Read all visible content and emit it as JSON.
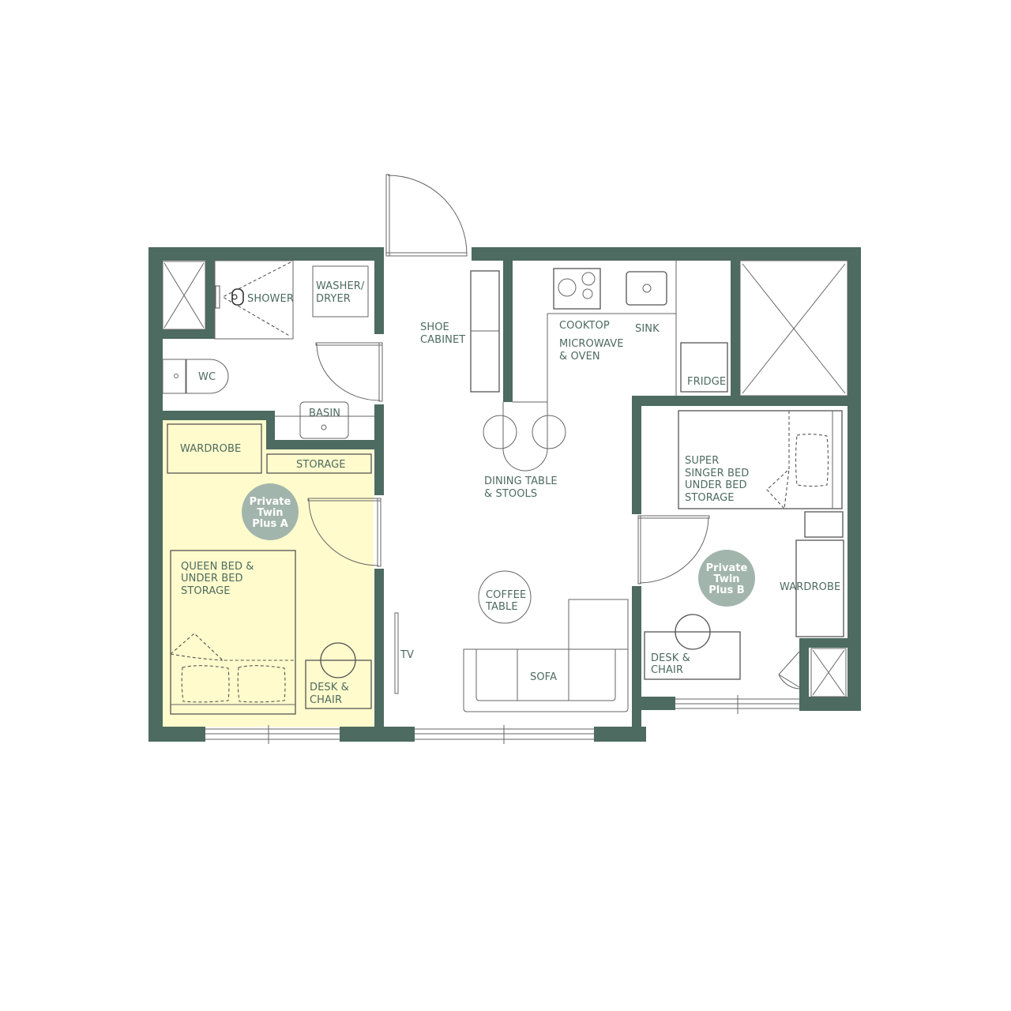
{
  "colors": {
    "wall": "#4d6b60",
    "room_highlight": "#fffbcc",
    "badge": "#a2b5ad",
    "label": "#4d6b60"
  },
  "rooms": {
    "room_a": {
      "badge": [
        "Private",
        "Twin",
        "Plus A"
      ],
      "highlighted": true
    },
    "room_b": {
      "badge": [
        "Private",
        "Twin",
        "Plus B"
      ],
      "highlighted": false
    }
  },
  "labels": {
    "shower": "SHOWER",
    "washer": [
      "WASHER/",
      "DRYER"
    ],
    "wc": "WC",
    "basin": "BASIN",
    "wardrobe_a": "WARDROBE",
    "storage": "STORAGE",
    "queen_bed": [
      "QUEEN BED &",
      "UNDER BED",
      "STORAGE"
    ],
    "desk_a": [
      "DESK &",
      "CHAIR"
    ],
    "tv": "TV",
    "shoe_cabinet": [
      "SHOE",
      "CABINET"
    ],
    "cooktop": "COOKTOP",
    "sink": "SINK",
    "microwave": [
      "MICROWAVE",
      "& OVEN"
    ],
    "fridge": "FRIDGE",
    "dining": [
      "DINING TABLE",
      "& STOOLS"
    ],
    "coffee_table": [
      "COFFEE",
      "TABLE"
    ],
    "sofa": "SOFA",
    "super_singer": [
      "SUPER",
      "SINGER BED",
      "UNDER BED",
      "STORAGE"
    ],
    "wardrobe_b": "WARDROBE",
    "desk_b": [
      "DESK &",
      "CHAIR"
    ]
  }
}
